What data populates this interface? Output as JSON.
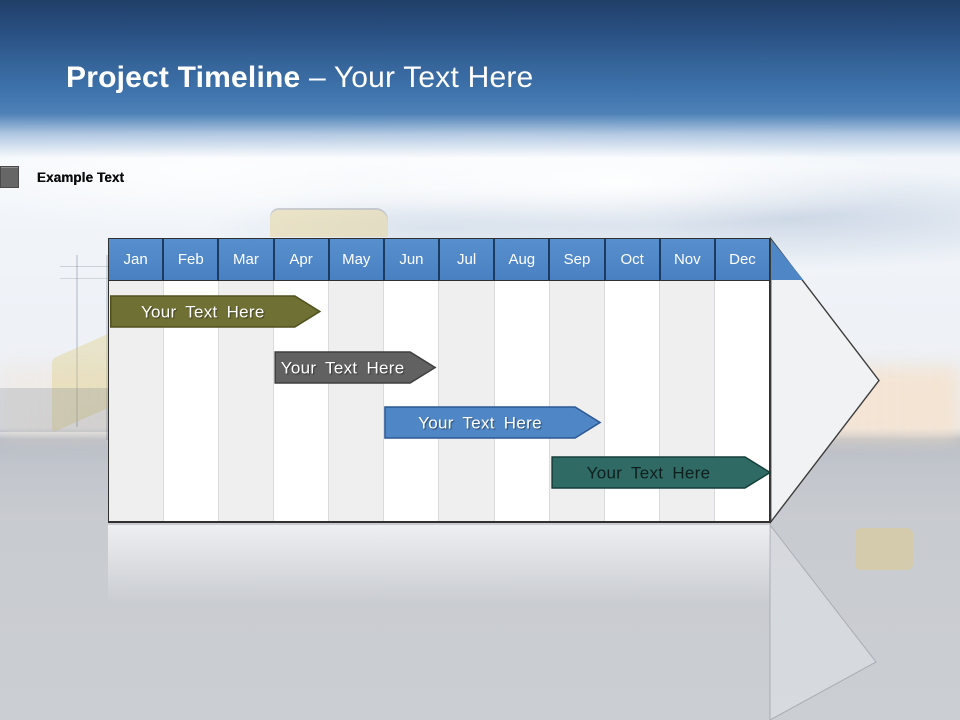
{
  "slide": {
    "title": {
      "emphasis": "Project Timeline ",
      "suffix": "– Your Text Here"
    }
  },
  "legend": {
    "items": [
      {
        "label": "Example Text",
        "color": "#6F7036"
      },
      {
        "label": "Example Text",
        "color": "#4E87C7"
      },
      {
        "label": "Example Text",
        "color": "#336A62"
      },
      {
        "label": "Example Text",
        "color": "#666666"
      }
    ]
  },
  "chart_data": {
    "type": "bar",
    "subtype": "gantt-timeline",
    "title": "Project Timeline – Your Text Here",
    "categories": [
      "Jan",
      "Feb",
      "Mar",
      "Apr",
      "May",
      "Jun",
      "Jul",
      "Aug",
      "Sep",
      "Oct",
      "Nov",
      "Dec"
    ],
    "series": [
      {
        "name": "Your Text Here",
        "start": 0.05,
        "end": 3.84,
        "start_label": "Jan",
        "end_label": "mid-Apr",
        "color": "#6F7034",
        "border_color": "#50511F",
        "text_color": "#FFFFFF"
      },
      {
        "name": "Your Text Here",
        "start": 3.03,
        "end": 5.93,
        "start_label": "Apr",
        "end_label": "Jun",
        "color": "#616161",
        "border_color": "#3F3F3F",
        "text_color": "#FFFFFF"
      },
      {
        "name": "Your Text Here",
        "start": 5.02,
        "end": 8.92,
        "start_label": "Jun",
        "end_label": "mid-Sep",
        "color": "#4E86C6",
        "border_color": "#2C5893",
        "text_color": "#FFFFFF"
      },
      {
        "name": "Your Text Here",
        "start": 8.05,
        "end": 12.0,
        "start_label": "Sep",
        "end_label": "Dec",
        "color": "#2F6B64",
        "border_color": "#153F3A",
        "text_color": "#0E1F1D"
      }
    ],
    "axis": {
      "orientation": "horizontal",
      "header_fill": "#4E86C6",
      "header_text_color": "#FFFFFF",
      "grid": "alternating-column-stripes",
      "xlim": [
        0,
        12
      ]
    }
  }
}
